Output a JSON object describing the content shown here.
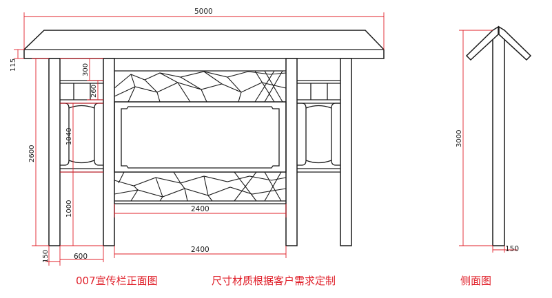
{
  "front_view": {
    "dims": {
      "total_width": "5000",
      "roof_edge": "115",
      "top_rail": "300",
      "rail_gap": "260",
      "panel_height": "1040",
      "post_height": "2600",
      "bottom_height": "1000",
      "inner_span_upper": "2400",
      "inner_span_lower": "2400",
      "post_width": "150",
      "side_bay": "600"
    },
    "caption": "007宣传栏正面图",
    "note": "尺寸材质根据客户需求定制"
  },
  "side_view": {
    "dims": {
      "height": "3000",
      "post_width": "150"
    },
    "caption": "侧面图"
  },
  "colors": {
    "dimension": "#e0202a",
    "outline": "#1a1a1a"
  }
}
